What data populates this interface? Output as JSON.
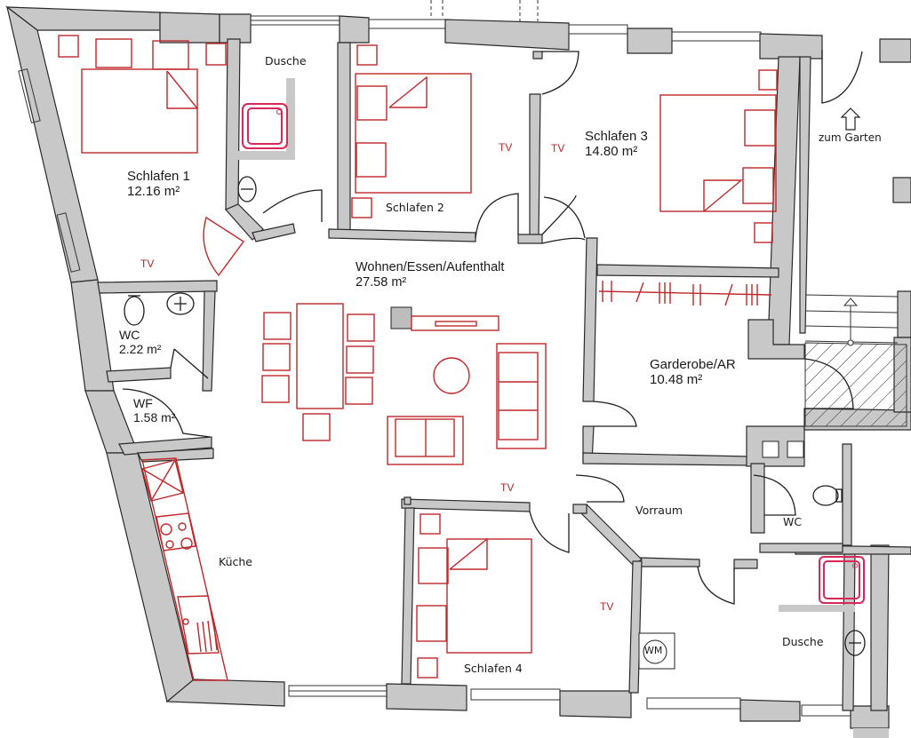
{
  "plan": {
    "rooms": [
      {
        "id": "schlafen1",
        "name": "Schlafen 1",
        "area": "12.16 m²"
      },
      {
        "id": "dusche_top",
        "name": "Dusche",
        "area": ""
      },
      {
        "id": "schlafen2",
        "name": "Schlafen 2",
        "area": ""
      },
      {
        "id": "schlafen3",
        "name": "Schlafen 3",
        "area": "14.80 m²"
      },
      {
        "id": "wohnen",
        "name": "Wohnen/Essen/Aufenthalt",
        "area": "27.58 m²"
      },
      {
        "id": "wc_left",
        "name": "WC",
        "area": "2.22 m²"
      },
      {
        "id": "wf",
        "name": "WF",
        "area": "1.58 m²"
      },
      {
        "id": "garderobe",
        "name": "Garderobe/AR",
        "area": "10.48 m²"
      },
      {
        "id": "kueche",
        "name": "Küche",
        "area": ""
      },
      {
        "id": "schlafen4",
        "name": "Schlafen 4",
        "area": ""
      },
      {
        "id": "vorraum",
        "name": "Vorraum",
        "area": ""
      },
      {
        "id": "wc_right",
        "name": "WC",
        "area": ""
      },
      {
        "id": "dusche_bottom",
        "name": "Dusche",
        "area": ""
      }
    ],
    "annotations": {
      "tv_label": "TV",
      "garden_exit": "zum Garten",
      "washing_machine": "WM"
    },
    "colors": {
      "wall": "#c8c8c8",
      "furniture": "#c0282a",
      "sanitary": "#d8285a",
      "line": "#1e1e1e"
    }
  }
}
